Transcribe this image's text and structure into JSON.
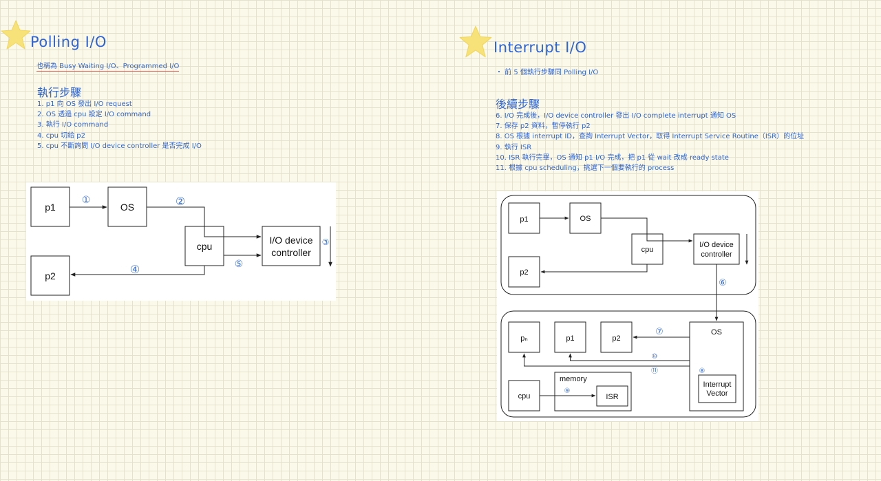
{
  "left": {
    "title": "Polling I/O",
    "subtitle": "也稱為 Busy Waiting I/O、Programmed I/O",
    "heading": "執行步驟",
    "steps": [
      "1.   p1 向 OS 發出 I/O request",
      "2.   OS 透過 cpu 設定 I/O command",
      "3.   執行 I/O command",
      "4.   cpu 切給 p2",
      "5.   cpu 不斷詢問 I/O device controller 是否完成 I/O"
    ],
    "diagram": {
      "p1": "p1",
      "os": "OS",
      "cpu": "cpu",
      "io_line1": "I/O device",
      "io_line2": "controller",
      "p2": "p2",
      "n1": "①",
      "n2": "②",
      "n3": "③",
      "n4": "④",
      "n5": "⑤"
    }
  },
  "right": {
    "title": "Interrupt I/O",
    "note": "・ 前 5 個執行步驟同 Polling I/O",
    "heading": "後續步驟",
    "steps": [
      "6.   I/O 完成後，I/O device controller 發出 I/O complete interrupt 通知 OS",
      "7.   保存 p2 資料，暫停執行 p2",
      "8.   OS 根據 interrupt ID，查詢 Interrupt Vector，取得 Interrupt Service Routine（ISR）的位址",
      "9.   執行 ISR",
      "10. ISR 執行完畢，OS 通知 p1 I/O 完成，把 p1 從 wait 改成 ready state",
      "11. 根據 cpu scheduling，挑選下一個要執行的 process"
    ],
    "diagram": {
      "p1": "p1",
      "os": "OS",
      "cpu": "cpu",
      "io_line1": "I/O device",
      "io_line2": "controller",
      "p2": "p2",
      "pn": "pₙ",
      "p1b": "p1",
      "p2b": "p2",
      "os2": "OS",
      "iv_line1": "Interrupt",
      "iv_line2": "Vector",
      "memory": "memory",
      "isr": "ISR",
      "cpu2": "cpu",
      "n6": "⑥",
      "n7": "⑦",
      "n8": "⑧",
      "n9": "⑨",
      "n10": "⑩",
      "n11": "⑪"
    }
  },
  "colors": {
    "accent": "#2f64d6",
    "underline": "#e0574f",
    "star": "#f7e27a"
  },
  "icons": [
    "star-icon"
  ]
}
